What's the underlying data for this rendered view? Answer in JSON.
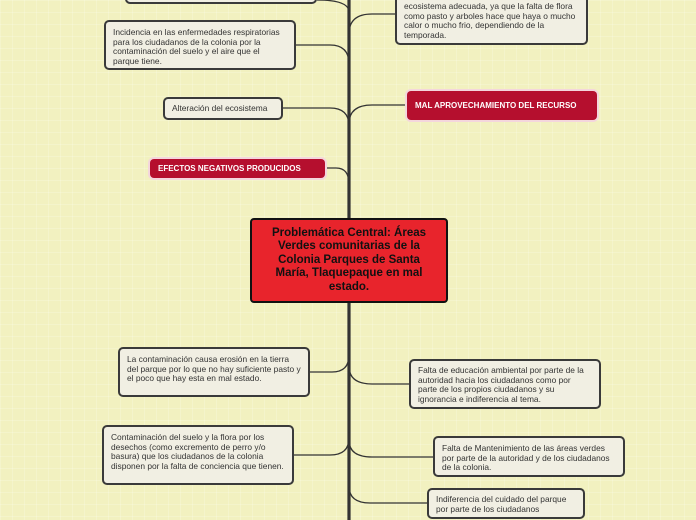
{
  "central": "Problemática Central: Áreas Verdes comunitarias de la Colonia Parques de Santa María, Tlaquepaque en mal estado.",
  "right_top_node": "ecosistema adecuada, ya que la falta de flora como pasto y arboles hace que haya o mucho calor o mucho frio, dependiendo de la temporada.",
  "left_top_node": "Incidencia en las enfermedades respiratorias para los ciudadanos de la colonia por la contaminación del suelo y el aire que el parque tiene.",
  "alteracion": "Alteración del ecosistema",
  "mal_aprovechamiento": "MAL APROVECHAMIENTO DEL RECURSO",
  "efectos_negativos": "EFECTOS NEGATIVOS PRODUCIDOS",
  "contaminacion_erosion": "La contaminación causa erosión en la tierra del parque por lo que no hay suficiente pasto y el poco que hay esta en mal estado.",
  "contaminacion_suelo": "Contaminación del suelo y la flora por los desechos (como excremento de perro y/o basura) que los ciudadanos de la colonia disponen por la falta de conciencia que tienen.",
  "falta_educacion": "Falta de educación ambiental por parte de la autoridad hacia los ciudadanos como por parte de los propios ciudadanos y su ignorancia e indiferencia al tema.",
  "falta_mantenimiento": "Falta de Mantenimiento de las áreas verdes por parte de la autoridad y de los ciudadanos de la colonia.",
  "indiferencia": "Indiferencia del cuidado del parque por parte de los ciudadanos",
  "colors": {
    "background": "#f2f1c0",
    "central": "#e8242c",
    "tag": "#b50f2e",
    "node": "#f1efe3",
    "line": "#333333"
  }
}
